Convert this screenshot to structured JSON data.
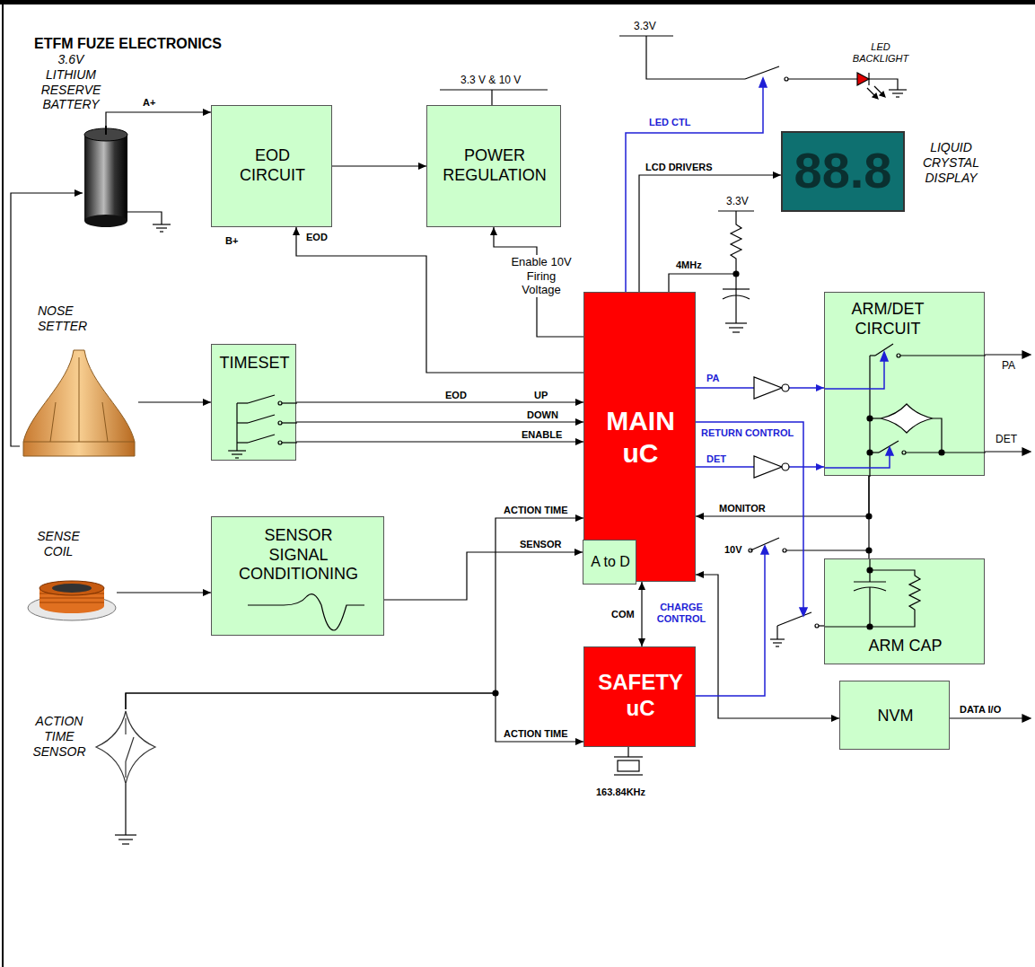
{
  "diagram": {
    "title": "ETFM FUZE ELECTRONICS",
    "nodes": [
      {
        "text": [
          "EOD CIRCUIT"
        ]
      },
      {
        "text": [
          "POWER REGULATION"
        ]
      },
      {
        "text": [
          "88.8",
          "LIQUID CRYSTAL DISPLAY"
        ]
      },
      {
        "text": [
          "3.6V LITHIUM RESERVE BATTERY"
        ]
      },
      {
        "text": [
          "NOSE SETTER"
        ]
      },
      {
        "text": [
          "TIMESET"
        ]
      },
      {
        "text": [
          "MAIN uC"
        ]
      },
      {
        "text": [
          "A to D"
        ],
        "in": 6
      },
      {
        "text": [
          "ARM/DET CIRCUIT"
        ]
      },
      {
        "text": [
          "SENSE COIL"
        ]
      },
      {
        "text": [
          "SENSOR SIGNAL CONDITIONING"
        ]
      },
      {
        "text": [
          "ARM CAP"
        ]
      },
      {
        "text": [
          "SAFETY uC"
        ]
      },
      {
        "text": [
          "ACTION TIME SENSOR"
        ]
      },
      {
        "text": [
          "NVM"
        ]
      }
    ],
    "edges": [
      {
        "from": 3,
        "to": 0,
        "label": "A+",
        "arrow": "to"
      },
      {
        "from": 0,
        "to": 1,
        "arrow": "to"
      },
      {
        "from": 4,
        "to": 3,
        "arrow": "to"
      },
      {
        "from": 4,
        "to": 5,
        "arrow": "to"
      },
      {
        "from": 6,
        "to": 0,
        "label": "EOD",
        "arrow": "to"
      },
      {
        "from": 6,
        "to": 1,
        "label": "Enable 10V Firing Voltage",
        "arrow": "to"
      },
      {
        "from": 6,
        "to": 2,
        "label": "LCD DRIVERS",
        "arrow": "to"
      },
      {
        "from": 5,
        "to": 6,
        "label": "UP",
        "arrow": "to"
      },
      {
        "from": 5,
        "to": 6,
        "label": "DOWN",
        "arrow": "to"
      },
      {
        "from": 5,
        "to": 6,
        "label": "ENABLE",
        "arrow": "to"
      },
      {
        "from": 9,
        "to": 10,
        "arrow": "to"
      },
      {
        "from": 10,
        "to": 7,
        "label": "SENSOR",
        "arrow": "to"
      },
      {
        "from": 13,
        "to": 6,
        "label": "ACTION TIME",
        "arrow": "to"
      },
      {
        "from": 13,
        "to": 12,
        "label": "ACTION TIME",
        "arrow": "to"
      },
      {
        "from": 6,
        "to": 12,
        "label": "COM",
        "arrow": "both"
      },
      {
        "from": 8,
        "to": 6,
        "label": "MONITOR",
        "arrow": "to"
      },
      {
        "from": 6,
        "to": 8,
        "label": "PA",
        "arrow": "to"
      },
      {
        "from": 6,
        "to": 8,
        "label": "DET",
        "arrow": "to"
      },
      {
        "from": 8,
        "to": 11,
        "arrow": "none"
      },
      {
        "from": 6,
        "to": 14,
        "arrow": "both"
      }
    ],
    "labels": [
      "3.3V",
      "LED BACKLIGHT",
      "LED CTL",
      "3.3 V & 10 V",
      "B+",
      "4MHz",
      "3.3V",
      "EOD",
      "RETURN CONTROL",
      "CHARGE CONTROL",
      "10V",
      "PA",
      "DET",
      "163.84KHz",
      "DATA I/O"
    ]
  }
}
